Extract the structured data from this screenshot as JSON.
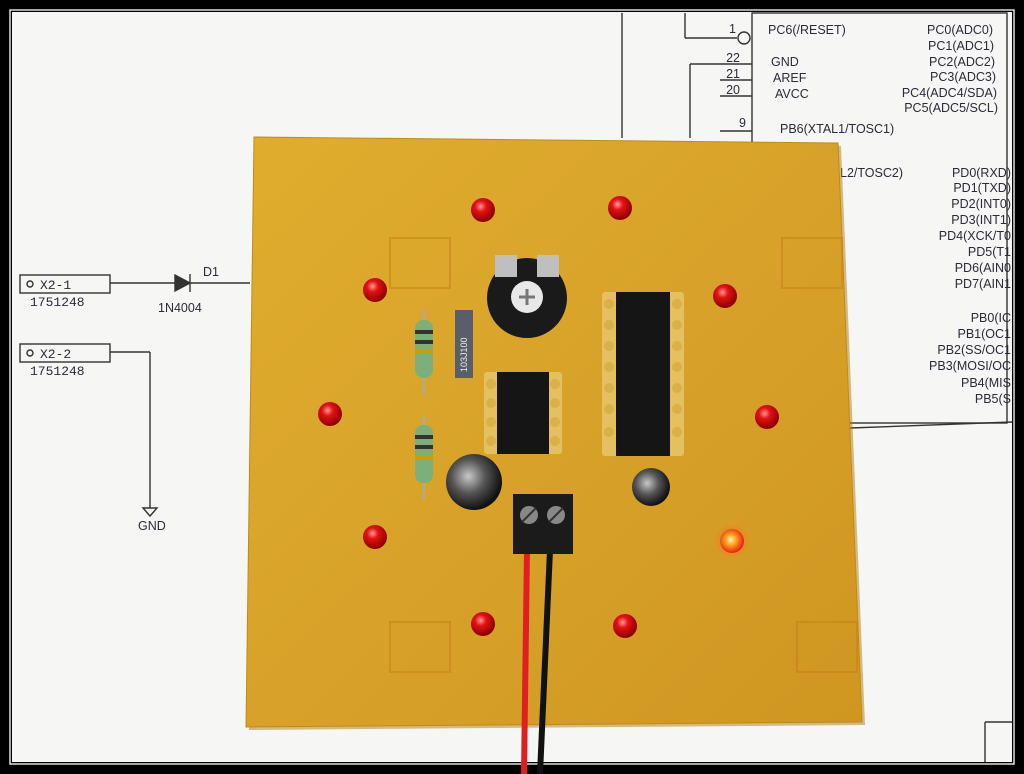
{
  "schematic": {
    "connector1": {
      "label": "X2-1",
      "part": "1751248"
    },
    "connector2": {
      "label": "X2-2",
      "part": "1751248"
    },
    "diode": {
      "ref": "D1",
      "part": "1N4004"
    },
    "ground": "GND",
    "mcu": {
      "pin_numbers": [
        "1",
        "22",
        "21",
        "20",
        "9"
      ],
      "left_pins": [
        "PC6(/RESET)",
        "GND",
        "AREF",
        "AVCC",
        "PB6(XTAL1/TOSC1)",
        "L2/TOSC2)"
      ],
      "right_pins": [
        "PC0(ADC0)",
        "PC1(ADC1)",
        "PC2(ADC2)",
        "PC3(ADC3)",
        "PC4(ADC4/SDA)",
        "PC5(ADC5/SCL)",
        "PD0(RXD)",
        "PD1(TXD)",
        "PD2(INT0)",
        "PD3(INT1)",
        "PD4(XCK/T0",
        "PD5(T1",
        "PD6(AIN0",
        "PD7(AIN1",
        "PB0(IC",
        "PB1(OC1",
        "PB2(SS/OC1",
        "PB3(MOSI/OC",
        "PB4(MIS",
        "PB5(S"
      ]
    }
  },
  "board": {
    "resistor_network_label": "103J100",
    "led_color": "#e01010",
    "lit_led_color": "#ff6a1a",
    "pcb_color": "#d9a624"
  }
}
